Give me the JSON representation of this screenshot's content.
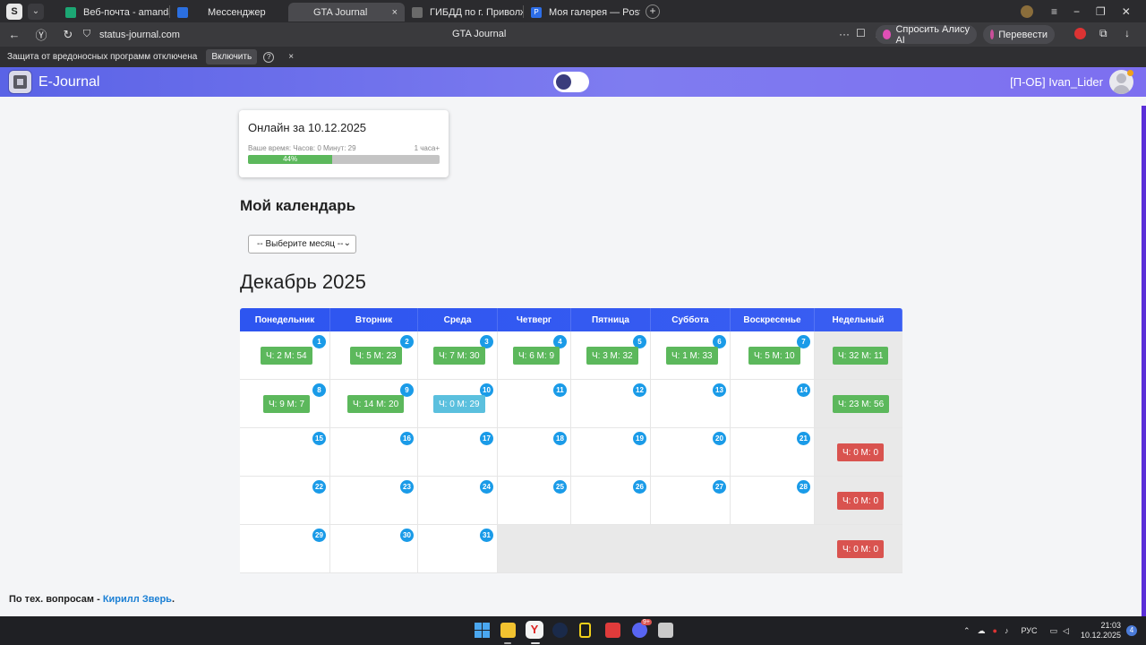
{
  "browser": {
    "logo_letter": "S",
    "tabs": [
      {
        "label": "Веб-почта - amandaflores",
        "color": "#1ca774"
      },
      {
        "label": "Мессенджер",
        "color": "#2b6fe0"
      },
      {
        "label": "GTA Journal",
        "color": "#3a3a3a"
      },
      {
        "label": "ГИБДД по г. Приволжск |",
        "color": "#6a6a6a"
      },
      {
        "label": "Моя галерея — Postimage",
        "color": "#2d6ee8"
      }
    ],
    "close_glyph": "×",
    "new_tab_glyph": "+",
    "url": "status-journal.com",
    "page_title": "GTA Journal",
    "alice_label": "Спросить Алису AI",
    "translate_label": "Перевести"
  },
  "protection_bar": {
    "message": "Защита от вредоносных программ отключена",
    "enable_label": "Включить",
    "help_glyph": "?",
    "close_glyph": "×"
  },
  "app": {
    "name": "E-Journal",
    "user": "[П-ОБ] Ivan_Lider"
  },
  "online": {
    "title": "Онлайн за 10.12.2025",
    "your_time": "Ваше время: Часов: 0 Минут: 29",
    "target": "1 часа+",
    "progress_percent": 44,
    "progress_label": "44%"
  },
  "calendar_section": {
    "title": "Мой календарь",
    "select_placeholder": "-- Выберите месяц --",
    "month_heading": "Декабрь 2025"
  },
  "calendar": {
    "headers": [
      "Понедельник",
      "Вторник",
      "Среда",
      "Четверг",
      "Пятница",
      "Суббота",
      "Воскресенье",
      "Недельный"
    ],
    "weeks": [
      {
        "days": [
          {
            "num": "1",
            "value": "Ч: 2 М: 54",
            "status": "green"
          },
          {
            "num": "2",
            "value": "Ч: 5 М: 23",
            "status": "green"
          },
          {
            "num": "3",
            "value": "Ч: 7 М: 30",
            "status": "green"
          },
          {
            "num": "4",
            "value": "Ч: 6 М: 9",
            "status": "green"
          },
          {
            "num": "5",
            "value": "Ч: 3 М: 32",
            "status": "green"
          },
          {
            "num": "6",
            "value": "Ч: 1 М: 33",
            "status": "green"
          },
          {
            "num": "7",
            "value": "Ч: 5 М: 10",
            "status": "green"
          }
        ],
        "weekly": {
          "value": "Ч: 32 М: 11",
          "status": "green"
        }
      },
      {
        "days": [
          {
            "num": "8",
            "value": "Ч: 9 М: 7",
            "status": "green"
          },
          {
            "num": "9",
            "value": "Ч: 14 М: 20",
            "status": "green"
          },
          {
            "num": "10",
            "value": "Ч: 0 М: 29",
            "status": "blue"
          },
          {
            "num": "11",
            "value": "",
            "status": ""
          },
          {
            "num": "12",
            "value": "",
            "status": ""
          },
          {
            "num": "13",
            "value": "",
            "status": ""
          },
          {
            "num": "14",
            "value": "",
            "status": ""
          }
        ],
        "weekly": {
          "value": "Ч: 23 М: 56",
          "status": "green"
        }
      },
      {
        "days": [
          {
            "num": "15",
            "value": "",
            "status": ""
          },
          {
            "num": "16",
            "value": "",
            "status": ""
          },
          {
            "num": "17",
            "value": "",
            "status": ""
          },
          {
            "num": "18",
            "value": "",
            "status": ""
          },
          {
            "num": "19",
            "value": "",
            "status": ""
          },
          {
            "num": "20",
            "value": "",
            "status": ""
          },
          {
            "num": "21",
            "value": "",
            "status": ""
          }
        ],
        "weekly": {
          "value": "Ч: 0 М: 0",
          "status": "red"
        }
      },
      {
        "days": [
          {
            "num": "22",
            "value": "",
            "status": ""
          },
          {
            "num": "23",
            "value": "",
            "status": ""
          },
          {
            "num": "24",
            "value": "",
            "status": ""
          },
          {
            "num": "25",
            "value": "",
            "status": ""
          },
          {
            "num": "26",
            "value": "",
            "status": ""
          },
          {
            "num": "27",
            "value": "",
            "status": ""
          },
          {
            "num": "28",
            "value": "",
            "status": ""
          }
        ],
        "weekly": {
          "value": "Ч: 0 М: 0",
          "status": "red"
        }
      },
      {
        "days": [
          {
            "num": "29",
            "value": "",
            "status": ""
          },
          {
            "num": "30",
            "value": "",
            "status": ""
          },
          {
            "num": "31",
            "value": "",
            "status": ""
          },
          {
            "num": "",
            "value": "",
            "status": "empty"
          },
          {
            "num": "",
            "value": "",
            "status": "empty"
          },
          {
            "num": "",
            "value": "",
            "status": "empty"
          },
          {
            "num": "",
            "value": "",
            "status": "empty"
          }
        ],
        "weekly": {
          "value": "Ч: 0 М: 0",
          "status": "red"
        }
      }
    ]
  },
  "support": {
    "prefix": "По тех. вопросам - ",
    "name": "Кирилл Зверь",
    "suffix": "."
  },
  "taskbar": {
    "lang": "РУС",
    "time": "21:03",
    "date": "10.12.2025",
    "notifications": "4",
    "discord_badge": "9+"
  },
  "colors": {
    "header_start": "#5a63e6",
    "calendar_header": "#2d55f0",
    "day_badge": "#1a9be8",
    "success": "#5cb85c",
    "info": "#5bc0de",
    "danger": "#d9534f"
  }
}
